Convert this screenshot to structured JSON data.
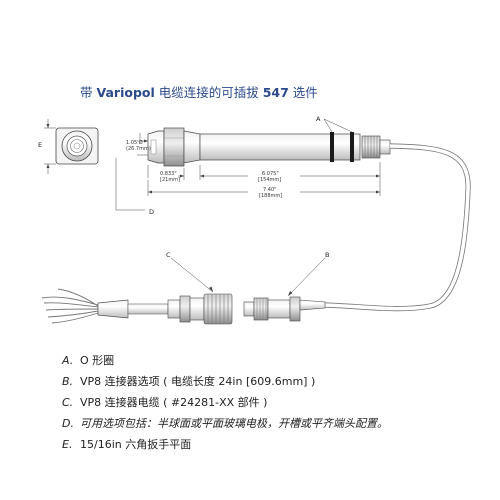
{
  "title": {
    "prefix": "带 ",
    "brand": "Variopol",
    "middle": " 电缆连接的可插拔 ",
    "model": "547",
    "suffix": " 选件"
  },
  "dimensions": {
    "dia_in": "1.05 Ø",
    "dia_mm": "(26.7mm)",
    "d0833_in": "0.833\"",
    "d0833_mm": "[21mm]",
    "d6075_in": "6.075\"",
    "d6075_mm": "[154mm]",
    "d740_in": "7.40\"",
    "d740_mm": "[188mm]"
  },
  "callouts": {
    "A": "A",
    "B": "B",
    "C": "C",
    "D": "D",
    "E": "E"
  },
  "legend": [
    {
      "letter": "A.",
      "text": "O 形圈"
    },
    {
      "letter": "B.",
      "text": "VP8 连接器选项 ( 电缆长度 24in [609.6mm] )"
    },
    {
      "letter": "C.",
      "text": "VP8 连接器电缆 ( #24281-XX 部件 )"
    },
    {
      "letter": "D.",
      "text": "可用选项包括：半球面或平面玻璃电极，开槽或平齐端头配置。"
    },
    {
      "letter": "E.",
      "text": "15/16in 六角扳手平面"
    }
  ],
  "colors": {
    "title": "#2b4a8b",
    "oring": "#1a1a1a",
    "body_fill": "#d9d9d9",
    "outline": "#333333"
  }
}
